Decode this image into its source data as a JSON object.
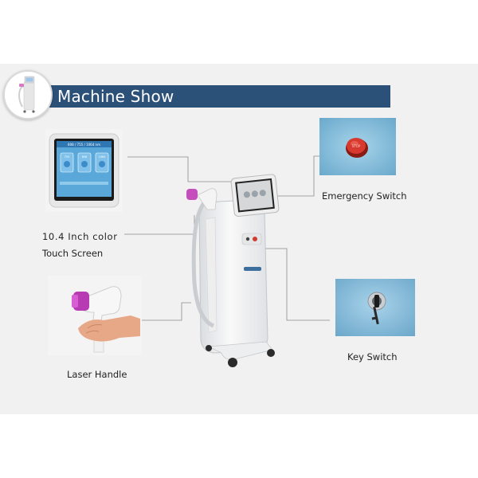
{
  "header": {
    "title": "Machine Show",
    "bar_color": "#2c5178"
  },
  "screen_photo": {
    "header_text": "808 / 755 / 1064 nm",
    "buttons": [
      "755",
      "808",
      "1064"
    ]
  },
  "labels": {
    "emergency_switch": "Emergency Switch",
    "touch_screen_line1": "10.4 Inch color",
    "touch_screen_line2": "Touch Screen",
    "key_switch": "Key Switch",
    "laser_handle": "Laser Handle"
  },
  "icons": {
    "machine": "laser-machine-illustration",
    "emergency_button": "red-emergency-button-icon",
    "key": "key-switch-icon",
    "handle": "laser-handle-icon"
  }
}
